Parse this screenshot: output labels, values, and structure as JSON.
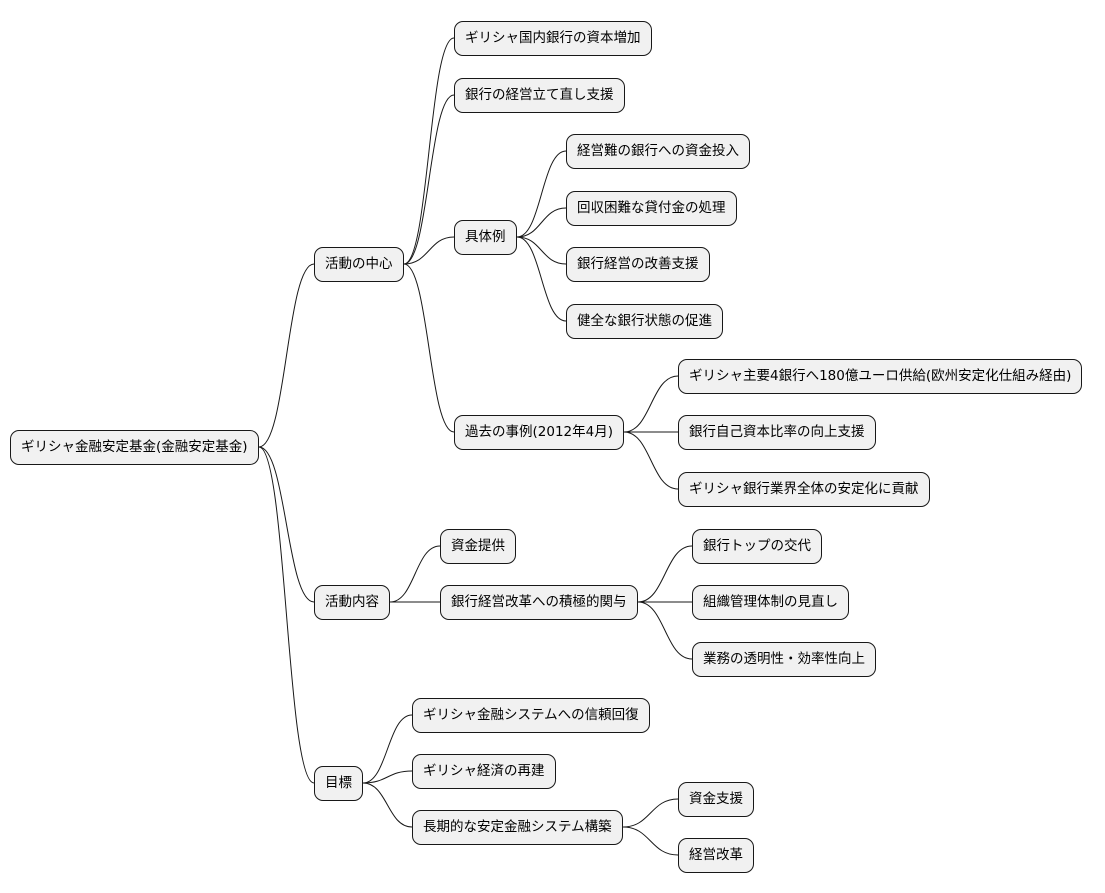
{
  "mindmap": {
    "root": {
      "id": "root",
      "label": "ギリシャ金融安定基金(金融安定基金)"
    },
    "branches": [
      {
        "id": "b1",
        "label": "活動の中心",
        "children": [
          {
            "id": "b1a",
            "label": "ギリシャ国内銀行の資本増加"
          },
          {
            "id": "b1b",
            "label": "銀行の経営立て直し支援"
          },
          {
            "id": "b1c",
            "label": "具体例",
            "children": [
              {
                "id": "b1c1",
                "label": "経営難の銀行への資金投入"
              },
              {
                "id": "b1c2",
                "label": "回収困難な貸付金の処理"
              },
              {
                "id": "b1c3",
                "label": "銀行経営の改善支援"
              },
              {
                "id": "b1c4",
                "label": "健全な銀行状態の促進"
              }
            ]
          },
          {
            "id": "b1d",
            "label": "過去の事例(2012年4月)",
            "children": [
              {
                "id": "b1d1",
                "label": "ギリシャ主要4銀行へ180億ユーロ供給(欧州安定化仕組み経由)"
              },
              {
                "id": "b1d2",
                "label": "銀行自己資本比率の向上支援"
              },
              {
                "id": "b1d3",
                "label": "ギリシャ銀行業界全体の安定化に貢献"
              }
            ]
          }
        ]
      },
      {
        "id": "b2",
        "label": "活動内容",
        "children": [
          {
            "id": "b2a",
            "label": "資金提供"
          },
          {
            "id": "b2b",
            "label": "銀行経営改革への積極的関与",
            "children": [
              {
                "id": "b2b1",
                "label": "銀行トップの交代"
              },
              {
                "id": "b2b2",
                "label": "組織管理体制の見直し"
              },
              {
                "id": "b2b3",
                "label": "業務の透明性・効率性向上"
              }
            ]
          }
        ]
      },
      {
        "id": "b3",
        "label": "目標",
        "children": [
          {
            "id": "b3a",
            "label": "ギリシャ金融システムへの信頼回復"
          },
          {
            "id": "b3b",
            "label": "ギリシャ経済の再建"
          },
          {
            "id": "b3c",
            "label": "長期的な安定金融システム構築",
            "children": [
              {
                "id": "b3c1",
                "label": "資金支援"
              },
              {
                "id": "b3c2",
                "label": "経営改革"
              }
            ]
          }
        ]
      }
    ]
  }
}
